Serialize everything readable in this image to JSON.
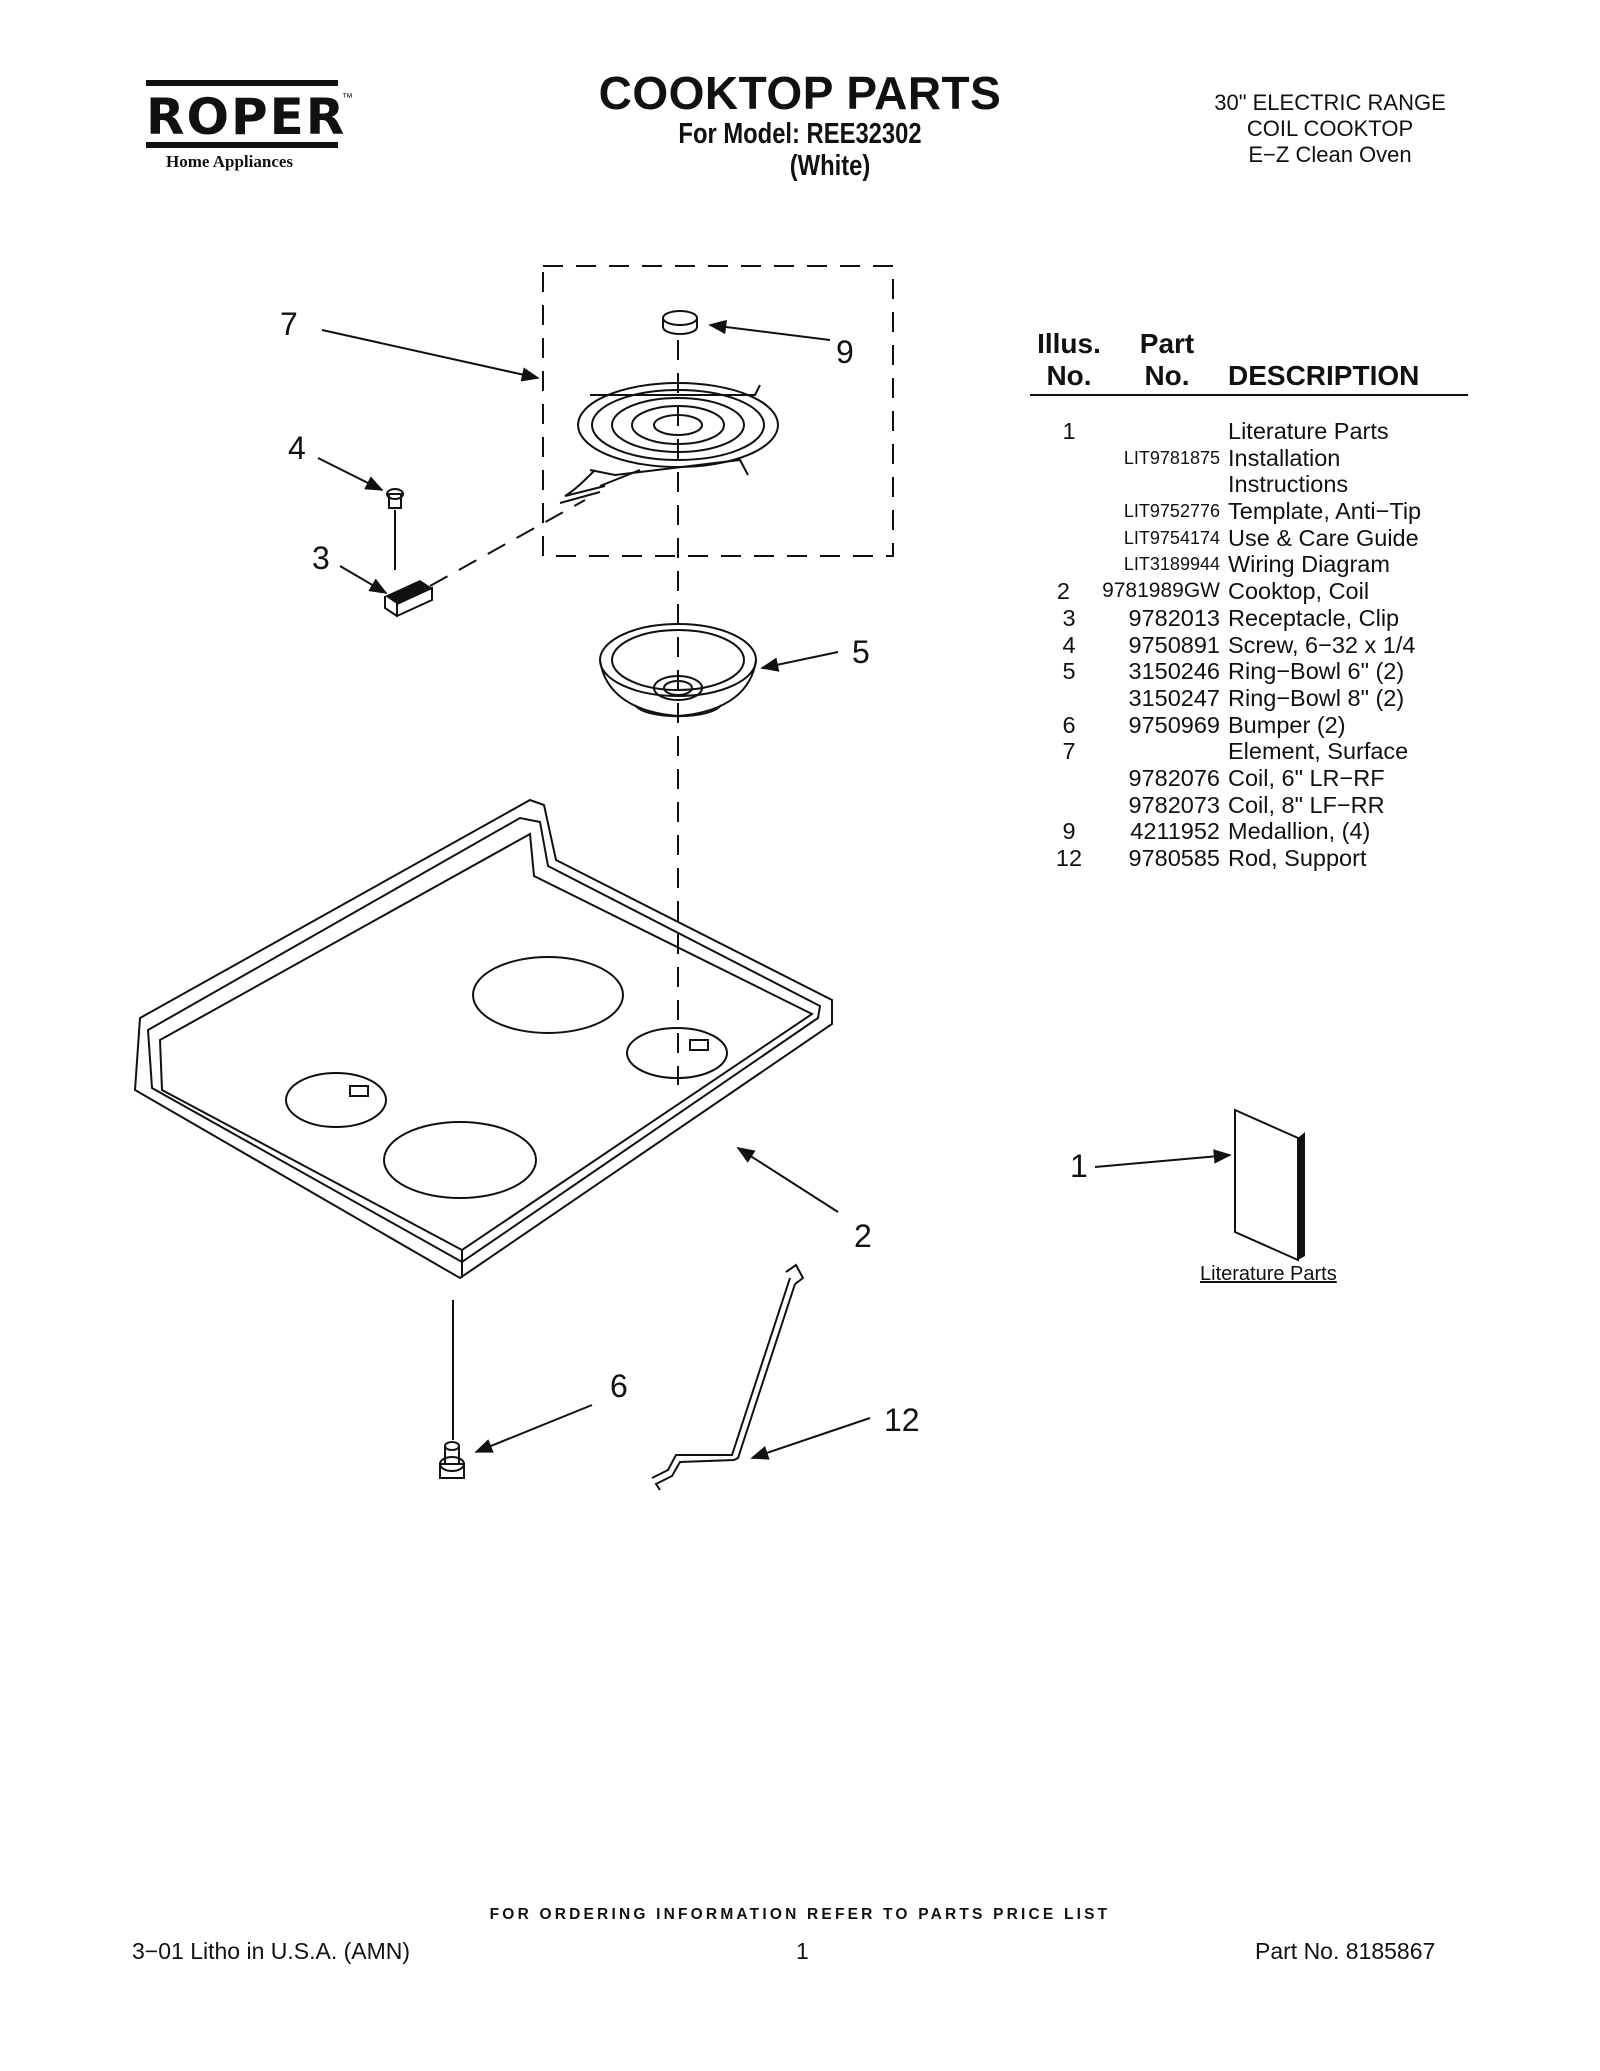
{
  "header": {
    "brand": "ROPER",
    "brand_tm": "™",
    "brand_sub": "Home Appliances",
    "title": "COOKTOP PARTS",
    "model_line": "For Model: REE32302",
    "color_line": "(White)",
    "range_info": [
      "30\" ELECTRIC RANGE",
      "COIL COOKTOP",
      "E−Z Clean Oven"
    ]
  },
  "table": {
    "headers": {
      "illus_1": "Illus.",
      "illus_2": "No.",
      "part_1": "Part",
      "part_2": "No.",
      "description": "DESCRIPTION"
    },
    "rows": [
      {
        "illus": "1",
        "part": "",
        "desc": "Literature Parts"
      },
      {
        "illus": "",
        "part": "LIT9781875",
        "desc": "Installation"
      },
      {
        "illus": "",
        "part": "",
        "desc": "Instructions"
      },
      {
        "illus": "",
        "part": "LIT9752776",
        "desc": "Template, Anti−Tip"
      },
      {
        "illus": "",
        "part": "LIT9754174",
        "desc": "Use & Care Guide"
      },
      {
        "illus": "",
        "part": "LIT3189944",
        "desc": "Wiring Diagram"
      },
      {
        "illus": "2",
        "part": "9781989GW",
        "desc": "Cooktop, Coil"
      },
      {
        "illus": "3",
        "part": "9782013",
        "desc": "Receptacle, Clip"
      },
      {
        "illus": "4",
        "part": "9750891",
        "desc": "Screw, 6−32 x 1/4"
      },
      {
        "illus": "5",
        "part": "3150246",
        "desc": "Ring−Bowl 6\" (2)"
      },
      {
        "illus": "",
        "part": "3150247",
        "desc": "Ring−Bowl 8\" (2)"
      },
      {
        "illus": "6",
        "part": "9750969",
        "desc": "Bumper (2)"
      },
      {
        "illus": "7",
        "part": "",
        "desc": "Element, Surface"
      },
      {
        "illus": "",
        "part": "9782076",
        "desc": "Coil, 6\" LR−RF"
      },
      {
        "illus": "",
        "part": "9782073",
        "desc": "Coil, 8\" LF−RR"
      },
      {
        "illus": "9",
        "part": "4211952",
        "desc": "Medallion, (4)"
      },
      {
        "illus": "12",
        "part": "9780585",
        "desc": "Rod, Support"
      }
    ]
  },
  "diagram": {
    "callouts": {
      "c7": "7",
      "c9": "9",
      "c4": "4",
      "c3": "3",
      "c5": "5",
      "c2": "2",
      "c1": "1",
      "c6": "6",
      "c12": "12"
    },
    "literature_label": "Literature Parts"
  },
  "footer": {
    "ordering": "FOR ORDERING INFORMATION REFER TO PARTS PRICE LIST",
    "litho": "3−01 Litho in U.S.A. (AMN)",
    "page": "1",
    "part_no": "Part No. 8185867"
  }
}
